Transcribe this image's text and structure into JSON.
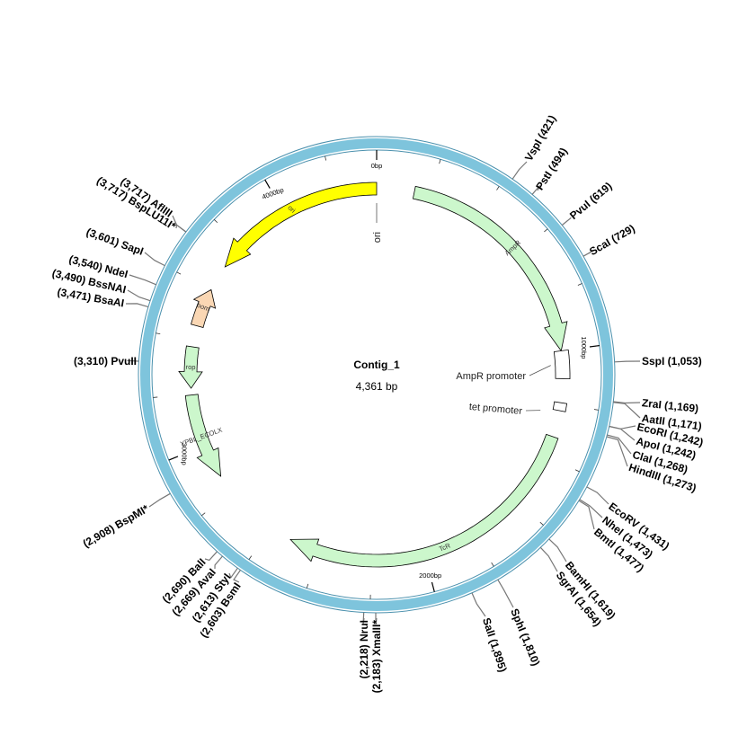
{
  "plasmid": {
    "name": "Contig_1",
    "length_label": "4,361 bp",
    "length": 4361
  },
  "colors": {
    "backbone": "#7ec4dc",
    "backbone_stroke": "#4a90ad",
    "ori": "#ffff00",
    "gene": "#ccf7cc",
    "bom": "#fad7b4",
    "promoter": "#ffffff",
    "line": "#777777"
  },
  "ticks": [
    {
      "bp": 0,
      "label": "0bp"
    },
    {
      "bp": 1000,
      "label": "1000bp"
    },
    {
      "bp": 2000,
      "label": "2000bp"
    },
    {
      "bp": 3000,
      "label": "3000bp"
    },
    {
      "bp": 4000,
      "label": "4000bp"
    }
  ],
  "features": [
    {
      "name": "ori",
      "label": "ori",
      "start": 3700,
      "end": 4361,
      "dir": -1,
      "color": "ori",
      "kind": "arrow",
      "outside_label": "ori"
    },
    {
      "name": "AmpR",
      "label": "AmpR",
      "start": 141,
      "end": 1001,
      "dir": 1,
      "color": "gene",
      "kind": "arrow"
    },
    {
      "name": "AmpR promoter",
      "label": "AmpR promoter",
      "start": 1001,
      "end": 1105,
      "dir": 0,
      "color": "promoter",
      "kind": "box"
    },
    {
      "name": "tet promoter",
      "label": "tet promoter",
      "start": 1195,
      "end": 1225,
      "dir": 0,
      "color": "promoter",
      "kind": "box"
    },
    {
      "name": "TcR",
      "label": "TcR",
      "start": 1325,
      "end": 2515,
      "dir": 1,
      "color": "gene",
      "kind": "arrow"
    },
    {
      "name": "YPBL_ECOLX",
      "label": "YPBL_ECOLX",
      "start": 2870,
      "end": 3195,
      "dir": -1,
      "color": "gene",
      "kind": "arrow"
    },
    {
      "name": "rop",
      "label": "rop",
      "start": 3220,
      "end": 3375,
      "dir": -1,
      "color": "gene",
      "kind": "arrow"
    },
    {
      "name": "bom",
      "label": "bom",
      "start": 3455,
      "end": 3600,
      "dir": 1,
      "color": "bom",
      "kind": "arrow"
    }
  ],
  "sites": [
    {
      "name": "VspI",
      "pos": 421,
      "text": "VspI (421)"
    },
    {
      "name": "PstI",
      "pos": 494,
      "text": "PstI (494)"
    },
    {
      "name": "PvuI",
      "pos": 619,
      "text": "PvuI (619)"
    },
    {
      "name": "ScaI",
      "pos": 729,
      "text": "ScaI (729)"
    },
    {
      "name": "SspI",
      "pos": 1053,
      "text": "SspI (1,053)"
    },
    {
      "name": "ZraI",
      "pos": 1169,
      "text": "ZraI (1,169)"
    },
    {
      "name": "AatII",
      "pos": 1171,
      "text": "AatII (1,171)"
    },
    {
      "name": "EcoRI",
      "pos": 1242,
      "text": "EcoRI (1,242)"
    },
    {
      "name": "ApoI",
      "pos": 1242,
      "text": "ApoI (1,242)"
    },
    {
      "name": "ClaI",
      "pos": 1268,
      "text": "ClaI (1,268)"
    },
    {
      "name": "HindIII",
      "pos": 1273,
      "text": "HindIII (1,273)"
    },
    {
      "name": "EcoRV",
      "pos": 1431,
      "text": "EcoRV (1,431)"
    },
    {
      "name": "NheI",
      "pos": 1473,
      "text": "NheI (1,473)"
    },
    {
      "name": "BmtI",
      "pos": 1477,
      "text": "BmtI (1,477)"
    },
    {
      "name": "BamHI",
      "pos": 1619,
      "text": "BamHI (1,619)"
    },
    {
      "name": "SgrAI",
      "pos": 1654,
      "text": "SgrAI (1,654)"
    },
    {
      "name": "SphI",
      "pos": 1810,
      "text": "SphI (1,810)"
    },
    {
      "name": "SalI",
      "pos": 1895,
      "text": "SalI (1,895)"
    },
    {
      "name": "NruI",
      "pos": 2218,
      "text": "(2,218) NruI"
    },
    {
      "name": "XmaIII",
      "pos": 2183,
      "text": "(2,183) XmaIII*"
    },
    {
      "name": "BsmI",
      "pos": 2603,
      "text": "(2,603) BsmI"
    },
    {
      "name": "StyI",
      "pos": 2613,
      "text": "(2,613) StyI"
    },
    {
      "name": "AvaI",
      "pos": 2669,
      "text": "(2,669) AvaI"
    },
    {
      "name": "BalI",
      "pos": 2690,
      "text": "(2,690) BalI"
    },
    {
      "name": "BspMI",
      "pos": 2908,
      "text": "(2,908) BspMI*"
    },
    {
      "name": "PvuII",
      "pos": 3310,
      "text": "(3,310) PvuII"
    },
    {
      "name": "BsaAI",
      "pos": 3471,
      "text": "(3,471) BsaAI"
    },
    {
      "name": "BssNAI",
      "pos": 3490,
      "text": "(3,490) BssNAI"
    },
    {
      "name": "NdeI",
      "pos": 3540,
      "text": "(3,540) NdeI"
    },
    {
      "name": "SapI",
      "pos": 3601,
      "text": "(3,601) SapI"
    },
    {
      "name": "BspLU11I",
      "pos": 3717,
      "text": "(3,717) BspLU11I*"
    },
    {
      "name": "AflIII",
      "pos": 3717,
      "text": "(3,717) AflIII"
    }
  ]
}
